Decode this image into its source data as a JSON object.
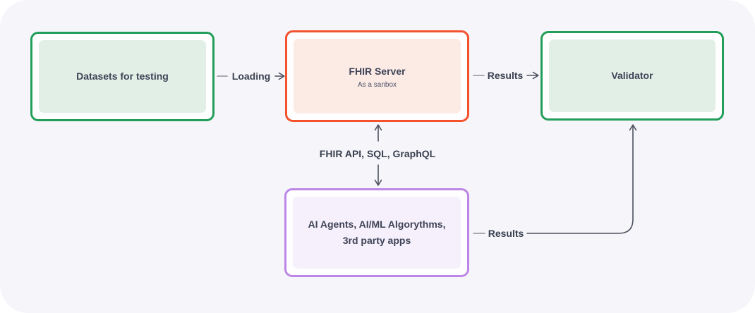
{
  "colors": {
    "canvas_bg": "#f6f6fa",
    "page_bg": "#ffffff",
    "green_border": "#239e5a",
    "green_fill": "#e1efe6",
    "orange_border": "#f4522d",
    "orange_fill": "#fcebe5",
    "purple_border": "#bd87e8",
    "purple_fill": "#f6f0fc",
    "node_text": "#3e4357",
    "connector_dark": "#4d505e",
    "connector_light": "#8f909a"
  },
  "nodes": {
    "datasets": {
      "title": "Datasets for testing"
    },
    "fhir_server": {
      "title": "FHIR Server",
      "subtitle": "As a sanbox"
    },
    "validator": {
      "title": "Validator"
    },
    "ai_agents": {
      "line1": "AI Agents, AI/ML Algorythms,",
      "line2": "3rd party apps"
    }
  },
  "edges": {
    "loading": {
      "label": "Loading"
    },
    "results_top": {
      "label": "Results"
    },
    "api": {
      "label": "FHIR API, SQL, GraphQL"
    },
    "results_bottom": {
      "label": "Results"
    }
  }
}
